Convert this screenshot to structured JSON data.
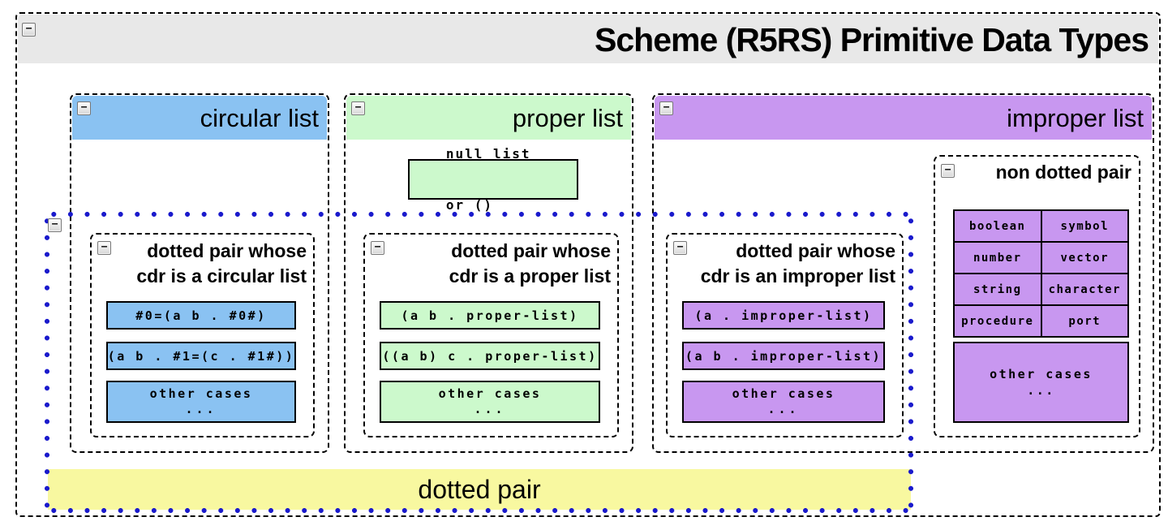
{
  "title": "Scheme (R5RS) Primitive Data Types",
  "icons": {
    "collapse_glyph": "−"
  },
  "groups": {
    "circular": {
      "label": "circular list",
      "sub": {
        "title_line1": "dotted pair whose",
        "title_line2": "cdr is a circular list",
        "case1": "#0=(a b . #0#)",
        "case2": "(a b . #1=(c . #1#))",
        "other_line1": "other cases",
        "other_line2": "..."
      }
    },
    "proper": {
      "label": "proper list",
      "null_box_line1": "null list",
      "null_box_line2": "or ()",
      "sub": {
        "title_line1": "dotted pair whose",
        "title_line2": "cdr is a proper list",
        "case1": "(a b . proper-list)",
        "case2": "((a b) c . proper-list)",
        "other_line1": "other cases",
        "other_line2": "..."
      }
    },
    "improper": {
      "label": "improper list",
      "sub": {
        "title_line1": "dotted pair whose",
        "title_line2": "cdr is an improper list",
        "case1": "(a . improper-list)",
        "case2": "(a b . improper-list)",
        "other_line1": "other cases",
        "other_line2": "..."
      },
      "non_dotted": {
        "title": "non dotted pair",
        "cells": [
          [
            "boolean",
            "symbol"
          ],
          [
            "number",
            "vector"
          ],
          [
            "string",
            "character"
          ],
          [
            "procedure",
            "port"
          ]
        ],
        "other_line1": "other cases",
        "other_line2": "..."
      }
    }
  },
  "dotted_region": {
    "label": "dotted pair"
  },
  "colors": {
    "title_band": "#e8e8e8",
    "circular_fill": "#8ac2f2",
    "proper_fill": "#ccf9cc",
    "improper_fill": "#c897f0",
    "dotted_pair_fill": "#f8f8a0",
    "dot_border": "#1a1acc"
  }
}
